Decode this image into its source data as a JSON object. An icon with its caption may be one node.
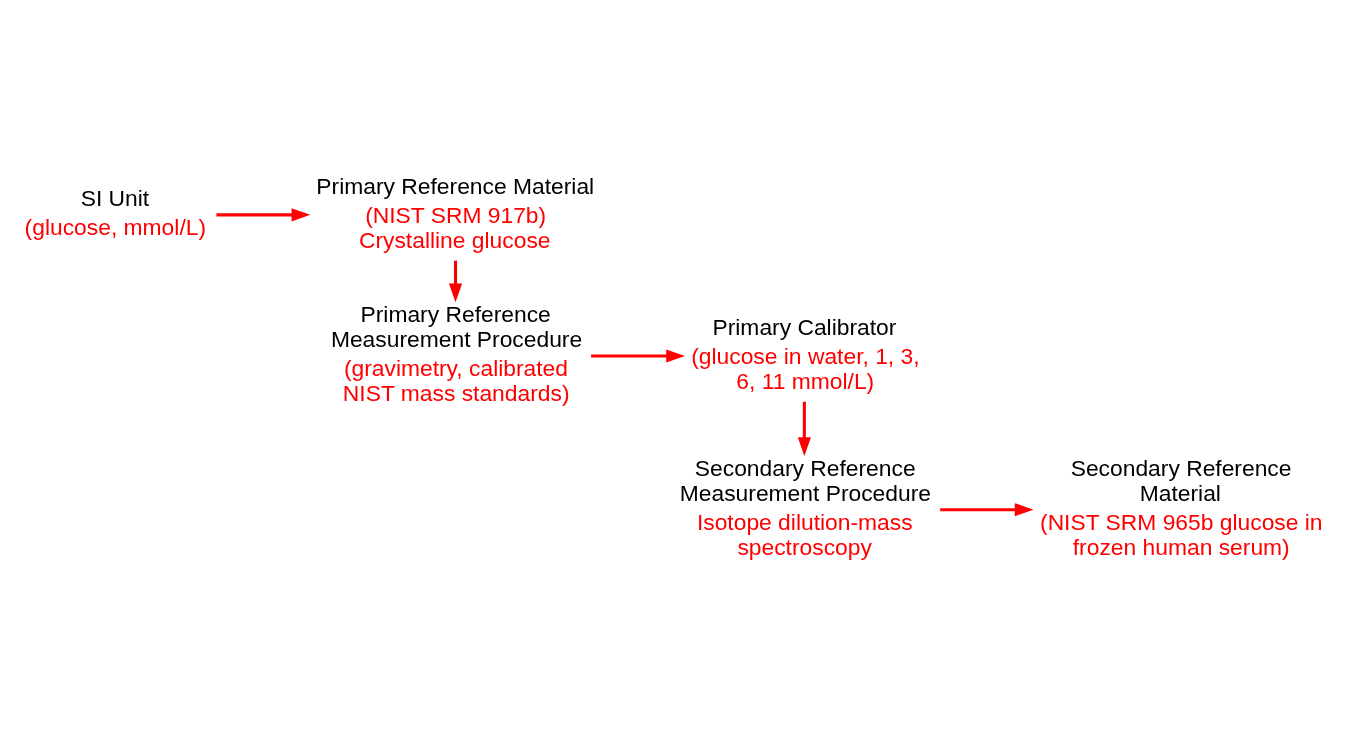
{
  "diagram": {
    "nodes": [
      {
        "text": [
          "SI Unit",
          "(glucose, mmol/L)"
        ]
      },
      {
        "text": [
          "Primary Reference Material",
          "(NIST SRM 917b) Crystalline glucose"
        ]
      },
      {
        "text": [
          "Primary Reference Measurement Procedure",
          "(gravimetry, calibrated NIST mass standards)"
        ]
      },
      {
        "text": [
          "Primary Calibrator",
          "(glucose in water, 1, 3, 6, 11 mmol/L)"
        ]
      },
      {
        "text": [
          "Secondary Reference Measurement Procedure",
          "Isotope dilution-mass spectroscopy"
        ]
      },
      {
        "text": [
          "Secondary Reference Material",
          "(NIST SRM 965b glucose in frozen human serum)"
        ]
      }
    ],
    "edges": [
      {
        "from": 0,
        "to": 1,
        "arrow": "to"
      },
      {
        "from": 1,
        "to": 2,
        "arrow": "to"
      },
      {
        "from": 2,
        "to": 3,
        "arrow": "to"
      },
      {
        "from": 3,
        "to": 4,
        "arrow": "to"
      },
      {
        "from": 4,
        "to": 5,
        "arrow": "to"
      }
    ]
  }
}
